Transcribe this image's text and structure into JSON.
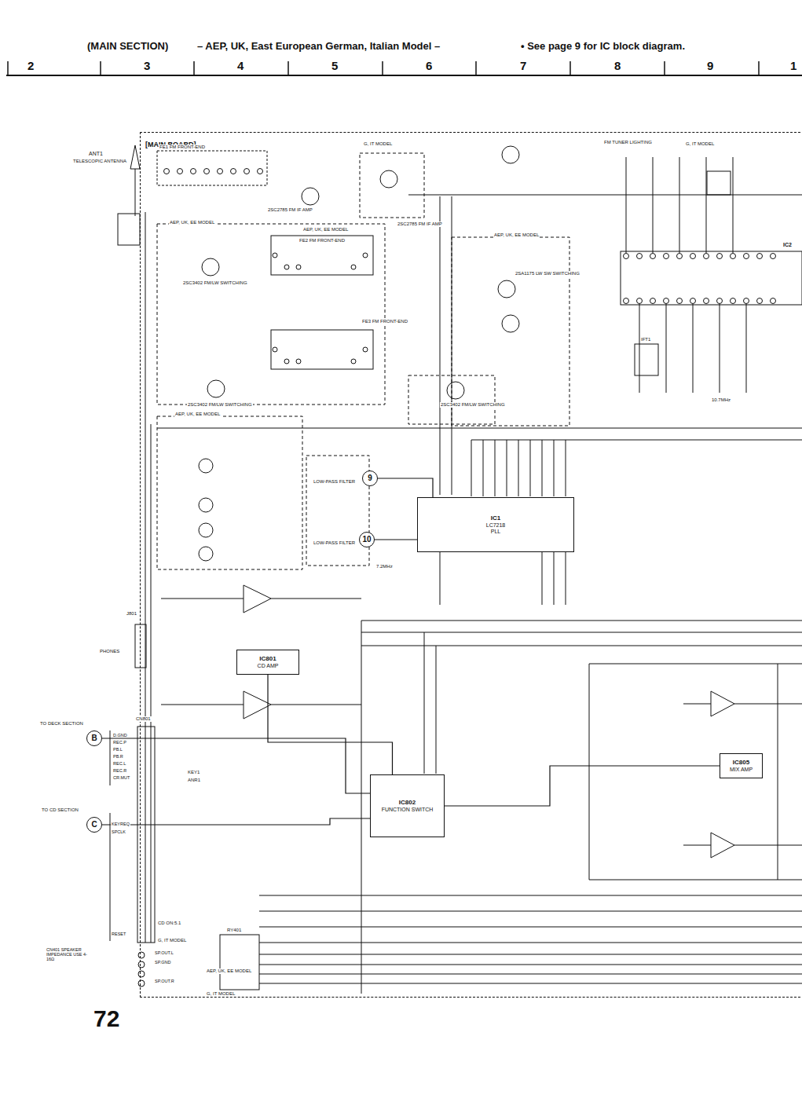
{
  "diagram": {
    "nodes": [
      {
        "text": [
          "[MAIN BOARD]"
        ]
      },
      {
        "text": [
          "IC1",
          "LC7218",
          "PLL"
        ],
        "in": 0
      },
      {
        "text": [
          "IC801",
          "CD AMP"
        ],
        "in": 0
      },
      {
        "text": [
          "IC802",
          "FUNCTION SWITCH"
        ],
        "in": 0
      },
      {
        "text": [
          "IC805",
          "MIX AMP"
        ],
        "in": 0
      },
      {
        "text": [
          "9"
        ],
        "in": 0
      },
      {
        "text": [
          "10"
        ],
        "in": 0
      },
      {
        "text": [
          "B"
        ]
      },
      {
        "text": [
          "C"
        ]
      }
    ],
    "edges": [
      {
        "from": 5,
        "to": 1,
        "arrow": "none"
      },
      {
        "from": 6,
        "to": 1,
        "arrow": "none"
      },
      {
        "from": 7,
        "to": 3,
        "arrow": "none"
      },
      {
        "from": 8,
        "to": 3,
        "arrow": "none"
      },
      {
        "from": 2,
        "to": 3,
        "arrow": "none"
      },
      {
        "from": 3,
        "to": 4,
        "arrow": "none"
      }
    ],
    "labels": [
      "(MAIN  SECTION)",
      "– AEP, UK, East European German, Italian Model –",
      "• See page 9 for IC block diagram.",
      "2",
      "3",
      "4",
      "5",
      "6",
      "7",
      "8",
      "9",
      "1",
      "72",
      "ANT1",
      "TELESCOPIC ANTENNA",
      "TO DECK SECTION",
      "TO CD SECTION",
      "AEP, UK, EE MODEL",
      "AEP, UK, EE MODEL",
      "AEP, UK, EE MODEL",
      "AEP, UK, EE MODEL",
      "AEP, UK, EE MODEL",
      "G, IT MODEL",
      "G, IT MODEL",
      "G, IT MODEL",
      "G, IT MODEL",
      "FM TUNER LIGHTING",
      "LOW-PASS FILTER",
      "LOW-PASS FILTER",
      "FE1 FM FRONT-END",
      "FE2 FM FRONT-END",
      "FE3 FM FRONT-END",
      "2SC2785 FM IF AMP",
      "2SC2785 FM IF AMP",
      "2SC3402 FM/LW SWITCHING",
      "2SC3402 FM/LW SWITCHING",
      "2SA1175 LW SW SWITCHING",
      "2SC3402 FM/LW SWITCHING",
      "IFT1",
      "10.7MHz",
      "7.2MHz",
      "J801",
      "PHONES",
      "CN801",
      "D.GND",
      "REC.P",
      "PB.L",
      "PB.R",
      "REC.L",
      "REC.R",
      "CR.MUT",
      "KEYREQ",
      "SPCLK",
      "RESET",
      "KEY1",
      "ANR1",
      "CD ON:5.1",
      "RY401",
      "CN401 SPEAKER IMPEDANCE USE 4-16Ω",
      "SP.OUT.L",
      "SP.GND",
      "SP.OUT.R",
      "IC2"
    ]
  }
}
